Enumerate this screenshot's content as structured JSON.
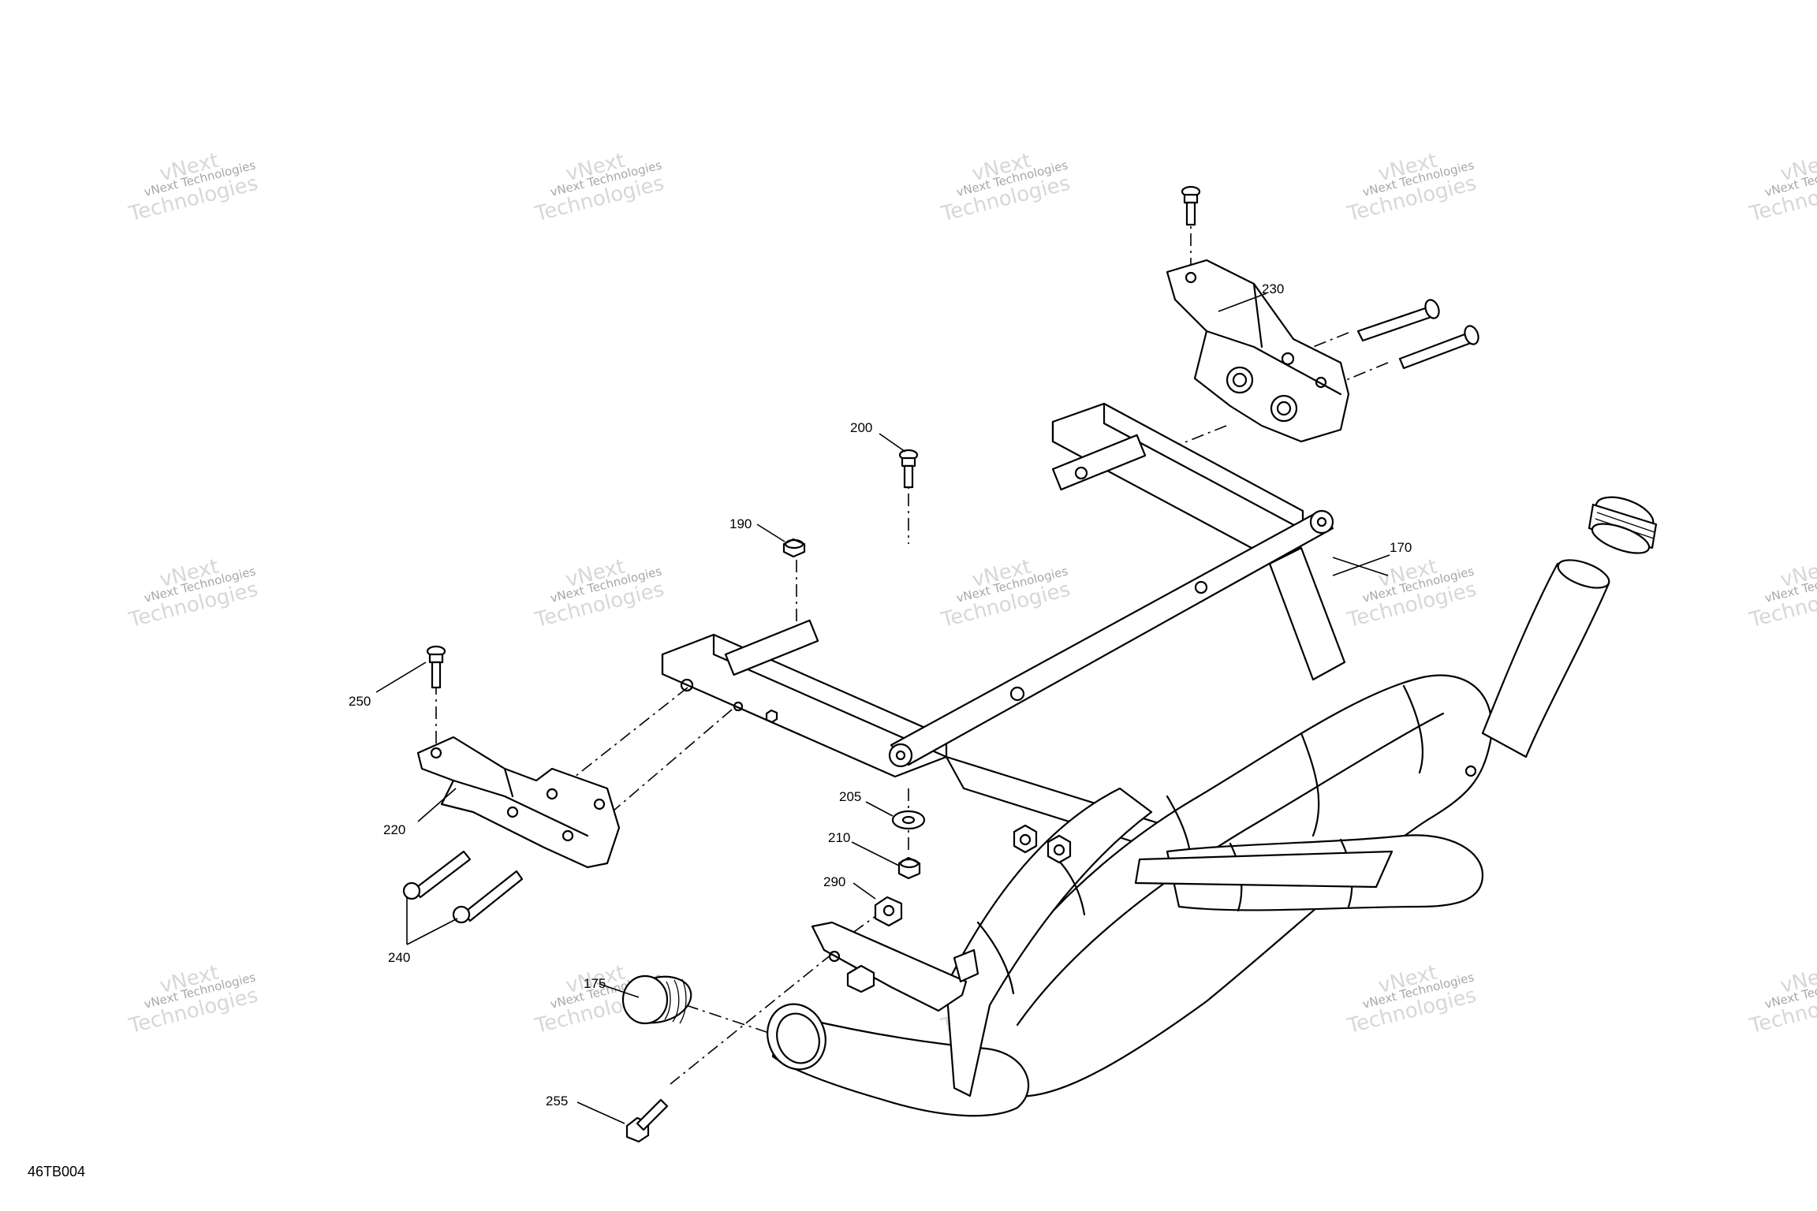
{
  "drawing_ref": "46TB004",
  "watermark": {
    "brand": "vNext",
    "line1": "vNext Technologies",
    "line2": "Technologies"
  },
  "callouts": [
    {
      "id": "c170",
      "label": "170"
    },
    {
      "id": "c175",
      "label": "175"
    },
    {
      "id": "c190",
      "label": "190"
    },
    {
      "id": "c200",
      "label": "200"
    },
    {
      "id": "c205",
      "label": "205"
    },
    {
      "id": "c210",
      "label": "210"
    },
    {
      "id": "c220",
      "label": "220"
    },
    {
      "id": "c230",
      "label": "230"
    },
    {
      "id": "c240",
      "label": "240"
    },
    {
      "id": "c250",
      "label": "250"
    },
    {
      "id": "c255",
      "label": "255"
    },
    {
      "id": "c290",
      "label": "290"
    }
  ]
}
